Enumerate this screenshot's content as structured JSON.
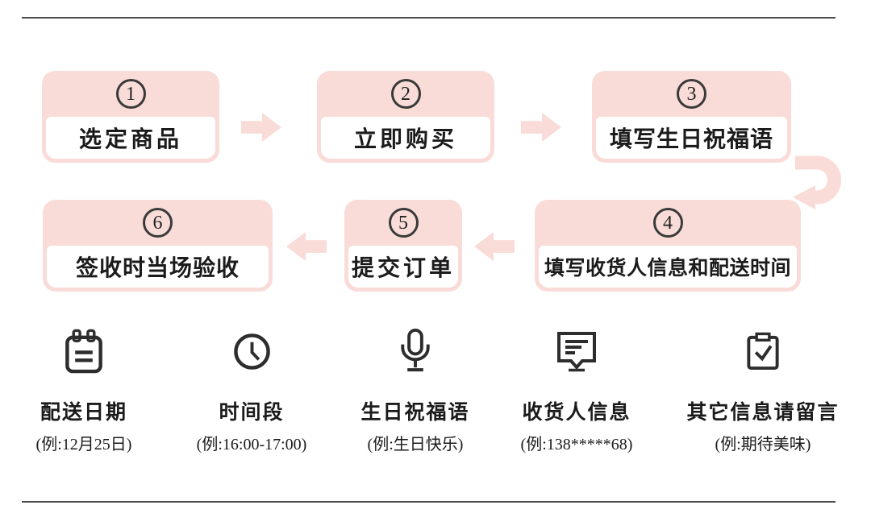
{
  "colors": {
    "pink": "#f9dcd8",
    "line": "#4b4b4b",
    "ink": "#1b1b1b",
    "icon": "#2d2d2d",
    "circle": "#3a3a3a"
  },
  "flow": {
    "row1": [
      {
        "num": "1",
        "label": "选定商品"
      },
      {
        "num": "2",
        "label": "立即购买"
      },
      {
        "num": "3",
        "label": "填写生日祝福语"
      }
    ],
    "row2": [
      {
        "num": "6",
        "label": "签收时当场验收"
      },
      {
        "num": "5",
        "label": "提交订单"
      },
      {
        "num": "4",
        "label": "填写收货人信息和配送时间"
      }
    ]
  },
  "legend": [
    {
      "icon": "calendar-icon",
      "label": "配送日期",
      "example": "(例:12月25日)"
    },
    {
      "icon": "clock-icon",
      "label": "时间段",
      "example": "(例:16:00-17:00)"
    },
    {
      "icon": "microphone-icon",
      "label": "生日祝福语",
      "example": "(例:生日快乐)"
    },
    {
      "icon": "message-icon",
      "label": "收货人信息",
      "example": "(例:138*****68)"
    },
    {
      "icon": "clipboard-check-icon",
      "label": "其它信息请留言",
      "example": "(例:期待美味)"
    }
  ]
}
